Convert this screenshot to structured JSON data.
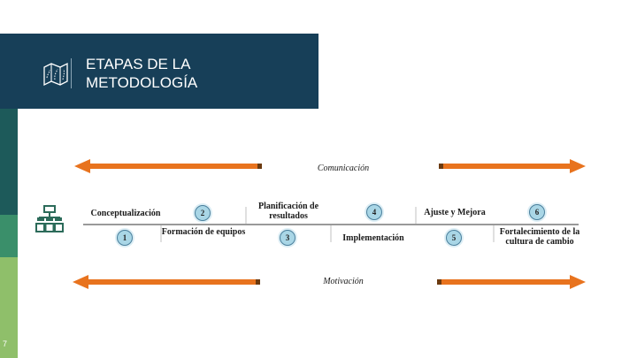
{
  "slide": {
    "title_line1": "ETAPAS DE LA",
    "title_line2": "METODOLOGÍA",
    "page_number": "7"
  },
  "icons": {
    "header": "map-icon",
    "side": "org-chart-icon"
  },
  "colors": {
    "header_bg": "#173f58",
    "arrow": "#e8731e",
    "circle": "#a9d6e6"
  },
  "diagram": {
    "top_band": "Comunicación",
    "bottom_band": "Motivación",
    "stages_top": [
      {
        "num": "2",
        "label": "Conceptualización"
      },
      {
        "num": "4",
        "label": "Planificación de resultados"
      },
      {
        "num": "6",
        "label": "Ajuste y Mejora"
      }
    ],
    "stages_bottom": [
      {
        "num": "1",
        "label": ""
      },
      {
        "num": "3",
        "label": "Formación de equipos"
      },
      {
        "num": "5",
        "label": "Implementación"
      }
    ],
    "final_label": "Fortalecimiento de la cultura de cambio"
  }
}
